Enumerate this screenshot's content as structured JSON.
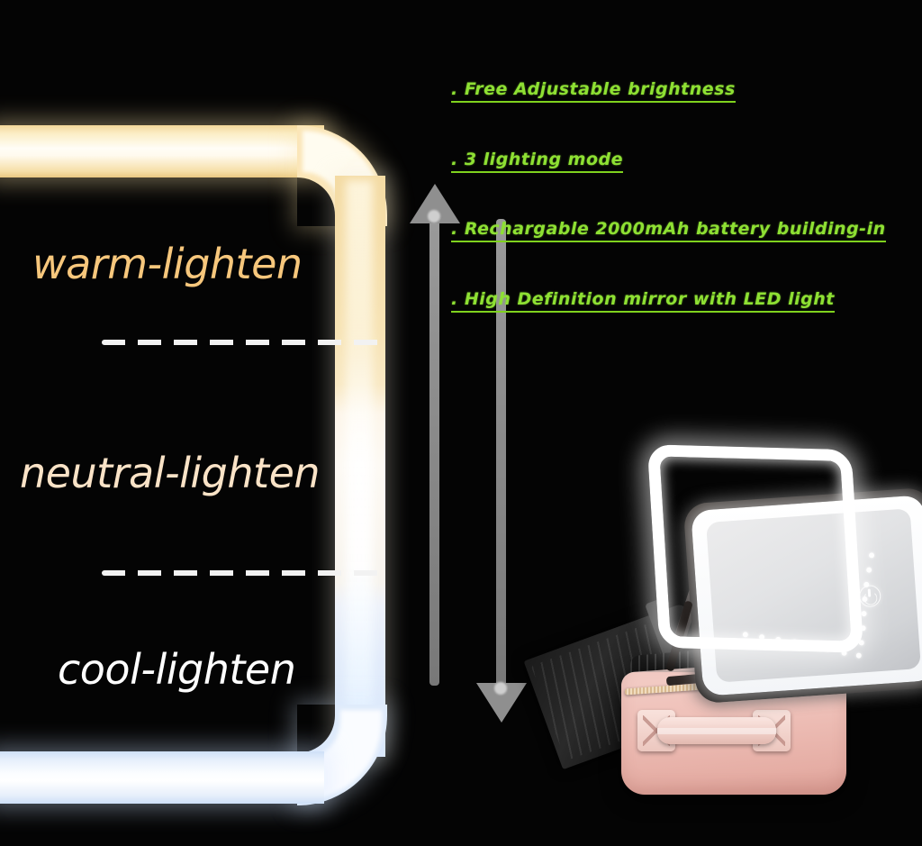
{
  "scene": {
    "background_color": "#040404",
    "subject": "LED lighted makeup case with mirror"
  },
  "light_frame": {
    "name": "three-tone-light-bar",
    "zones": [
      {
        "id": "warm",
        "label": "warm-lighten",
        "color": "#f7c77c",
        "bar_color": "#f4dba4"
      },
      {
        "id": "neutral",
        "label": "neutral-lighten",
        "color": "#fae3c7",
        "bar_color": "#fdf9f1"
      },
      {
        "id": "cool",
        "label": "cool-lighten",
        "color": "#ffffff",
        "bar_color": "#dbe8fb"
      }
    ],
    "divider_style": "dashed-white"
  },
  "features": {
    "text_color": "#8ee033",
    "underline_color": "#7fd21e",
    "items": [
      ". Free Adjustable brightness",
      ". 3 lighting mode ",
      ". Rechargable 2000mAh battery building-in",
      ". High Definition mirror with LED light"
    ]
  },
  "arrows": {
    "color": "#8f8f8f",
    "up": {
      "name": "brightness-increase-arrow",
      "direction": "up"
    },
    "down": {
      "name": "brightness-decrease-arrow",
      "direction": "down"
    }
  },
  "product": {
    "case_color": "#eebfb7",
    "mirror_frame_color": "#ffffff",
    "interior_color": "#121212",
    "zipper_color": "#d9b98f",
    "power_button": "power-icon"
  }
}
